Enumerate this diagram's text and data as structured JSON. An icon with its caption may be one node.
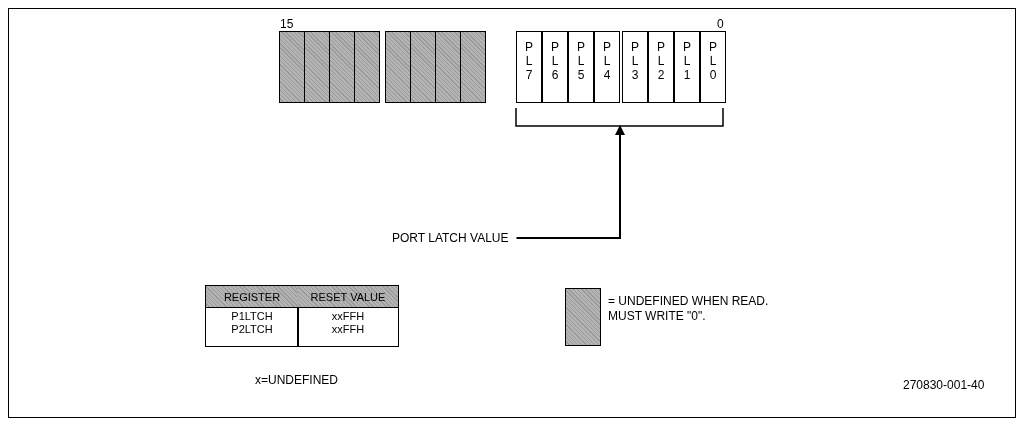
{
  "diagram": {
    "nodes": [
      {
        "text": [],
        "shape": "box"
      },
      {
        "text": [],
        "shape": "box"
      },
      {
        "text": [],
        "shape": "box"
      },
      {
        "text": [],
        "shape": "box"
      },
      {
        "text": [],
        "shape": "box"
      },
      {
        "text": [],
        "shape": "box"
      },
      {
        "text": [],
        "shape": "box"
      },
      {
        "text": [],
        "shape": "box"
      },
      {
        "text": [
          "P L 7"
        ]
      },
      {
        "text": [
          "P L 6"
        ]
      },
      {
        "text": [
          "P L 5"
        ]
      },
      {
        "text": [
          "P L 4"
        ]
      },
      {
        "text": [
          "P L 3"
        ]
      },
      {
        "text": [
          "P L 2"
        ]
      },
      {
        "text": [
          "P L 1"
        ]
      },
      {
        "text": [
          "P L 0"
        ]
      },
      {
        "text": [],
        "shape": "bracket"
      },
      {
        "text": [
          "PORT LATCH VALUE"
        ]
      }
    ],
    "edges": [
      {
        "from": 17,
        "to": 16,
        "arrow": "to"
      }
    ],
    "labels": [
      "15",
      "0",
      "REGISTER",
      "RESET VALUE",
      "P1LTCH",
      "xxFFH",
      "P2LTCH",
      "xxFFH",
      "x=UNDEFINED",
      "270830-001-40"
    ],
    "legend": [
      {
        "text": "= UNDEFINED WHEN READ. MUST WRITE \"0\".",
        "color": "#b4b4b4"
      }
    ]
  }
}
